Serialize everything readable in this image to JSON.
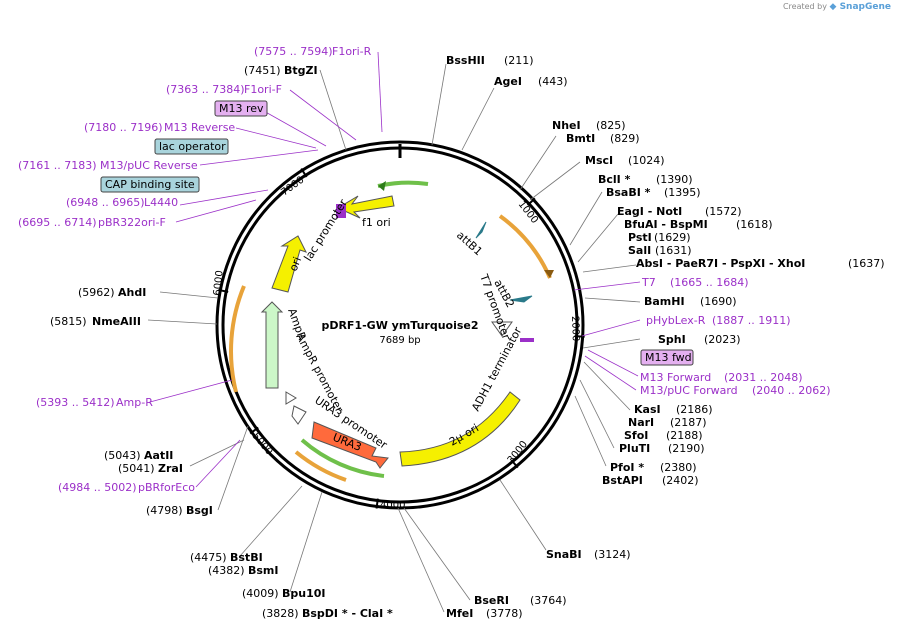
{
  "credit": {
    "prefix": "Created by",
    "brand": "SnapGene"
  },
  "plasmid": {
    "name": "pDRF1-GW ymTurquoise2",
    "length": "7689 bp"
  },
  "ticks": [
    "1000",
    "2000",
    "3000",
    "4000",
    "5000",
    "6000",
    "7000"
  ],
  "enzymes_right": [
    {
      "name": "BssHII",
      "pos": "(211)"
    },
    {
      "name": "AgeI",
      "pos": "(443)"
    },
    {
      "name": "NheI",
      "pos": "(825)"
    },
    {
      "name": "BmtI",
      "pos": "(829)"
    },
    {
      "name": "MscI",
      "pos": "(1024)"
    },
    {
      "name": "BclI *",
      "pos": "(1390)"
    },
    {
      "name": "BsaBI *",
      "pos": "(1395)"
    },
    {
      "name": "EagI  - NotI",
      "pos": "(1572)"
    },
    {
      "name": "BfuAI  - BspMI",
      "pos": "(1618)"
    },
    {
      "name": "PstI",
      "pos": "(1629)"
    },
    {
      "name": "SalI",
      "pos": "(1631)"
    },
    {
      "name": "AbsI  - PaeR7I  - PspXI  - XhoI",
      "pos": "(1637)"
    },
    {
      "name": "BamHI",
      "pos": "(1690)"
    },
    {
      "name": "SphI",
      "pos": "(2023)"
    },
    {
      "name": "KasI",
      "pos": "(2186)"
    },
    {
      "name": "NarI",
      "pos": "(2187)"
    },
    {
      "name": "SfoI",
      "pos": "(2188)"
    },
    {
      "name": "PluTI",
      "pos": "(2190)"
    },
    {
      "name": "PfoI *",
      "pos": "(2380)"
    },
    {
      "name": "BstAPI",
      "pos": "(2402)"
    },
    {
      "name": "SnaBI",
      "pos": "(3124)"
    },
    {
      "name": "BseRI",
      "pos": "(3764)"
    },
    {
      "name": "MfeI",
      "pos": "(3778)"
    }
  ],
  "enzymes_left": [
    {
      "name": "BtgZI",
      "pos": "(7451)"
    },
    {
      "name": "AhdI",
      "pos": "(5962)"
    },
    {
      "name": "NmeAIII",
      "pos": "(5815)"
    },
    {
      "name": "AatII",
      "pos": "(5043)"
    },
    {
      "name": "ZraI",
      "pos": "(5041)"
    },
    {
      "name": "BsgI",
      "pos": "(4798)"
    },
    {
      "name": "BstBI",
      "pos": "(4475)"
    },
    {
      "name": "BsmI",
      "pos": "(4382)"
    },
    {
      "name": "Bpu10I",
      "pos": "(4009)"
    },
    {
      "name": "BspDI *  - ClaI *",
      "pos": "(3828)"
    }
  ],
  "primers": {
    "f1ori_r": {
      "range": "(7575 .. 7594)",
      "name": "F1ori-R"
    },
    "f1ori_f": {
      "range": "(7363 .. 7384)",
      "name": "F1ori-F"
    },
    "m13_reverse": {
      "range": "(7180 .. 7196)",
      "name": "M13 Reverse"
    },
    "m13puc_reverse": {
      "range": "(7161 .. 7183)",
      "name": "M13/pUC Reverse"
    },
    "l4440": {
      "range": "(6948 .. 6965)",
      "name": "L4440"
    },
    "pbr322ori_f": {
      "range": "(6695 .. 6714)",
      "name": "pBR322ori-F"
    },
    "ampr": {
      "range": "(5393 .. 5412)",
      "name": "Amp-R"
    },
    "pbrforeco": {
      "range": "(4984 .. 5002)",
      "name": "pBRforEco"
    },
    "t7": {
      "name": "T7",
      "range": "(1665 .. 1684)"
    },
    "phyblex_r": {
      "name": "pHybLex-R",
      "range": "(1887 .. 1911)"
    },
    "m13_forward": {
      "name": "M13 Forward",
      "range": "(2031 .. 2048)"
    },
    "m13puc_forward": {
      "name": "M13/pUC Forward",
      "range": "(2040 .. 2062)"
    }
  },
  "boxed": {
    "m13_rev": "M13 rev",
    "lac_operator": "lac operator",
    "cap_site": "CAP binding site",
    "m13_fwd": "M13 fwd"
  },
  "features": {
    "f1_ori": "f1 ori",
    "lac_promoter": "lac promoter",
    "ori": "ori",
    "ampr": "AmpR",
    "ampr_promoter": "AmpR promoter",
    "ura3_promoter": "URA3 promoter",
    "ura3": "URA3",
    "two_mu_ori": "2μ ori",
    "adh1_terminator": "ADH1 terminator",
    "t7_promoter": "T7 promoter",
    "attb1": "attB1",
    "attb2": "attB2"
  },
  "colors": {
    "backbone": "#000000",
    "primer": "#9b30c8",
    "yellow_feature": "#f5f000",
    "ampr_feature": "#ccf7c8",
    "ura3_feature": "#ff6a3c",
    "orf_orange": "#e8a33a",
    "orf_green": "#6fc04a",
    "box_blue": "#a9d4dc",
    "box_purple": "#e4b0f0"
  }
}
